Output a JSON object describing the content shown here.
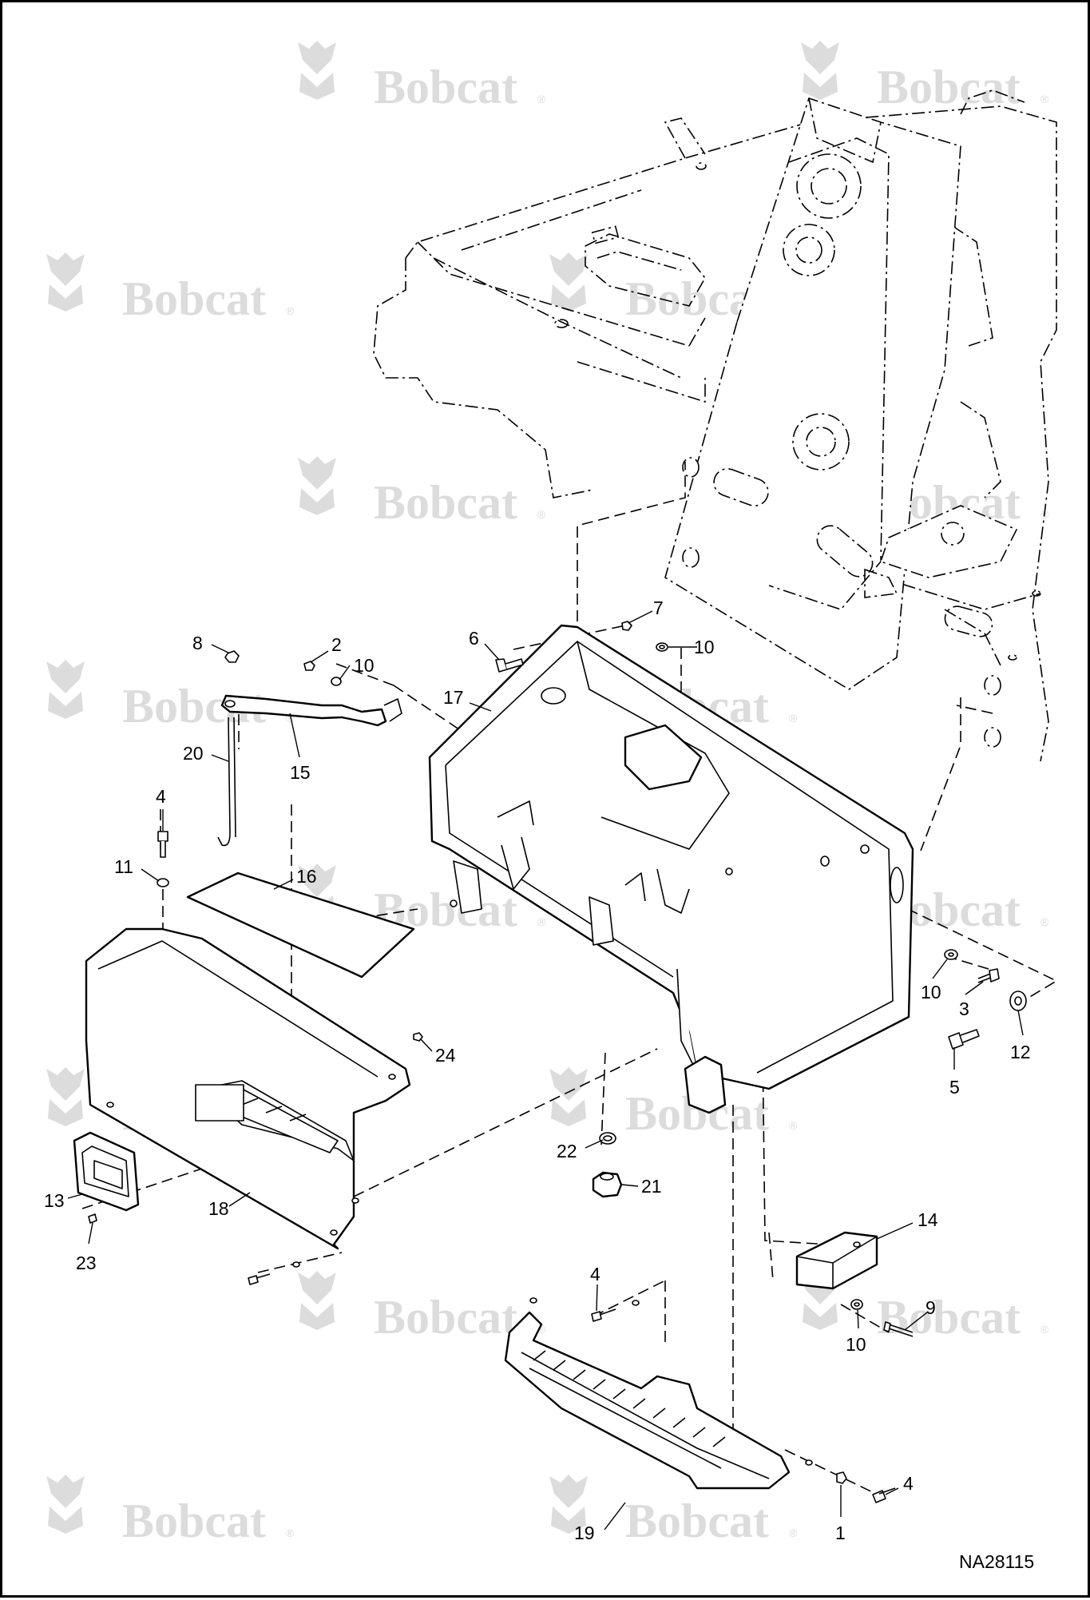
{
  "diagram": {
    "type": "exploded-parts-diagram",
    "drawing_id": "NA28115",
    "watermark_text": "Bobcat",
    "watermark_mark": "®",
    "line_color": "#000000",
    "watermark_color": "#dcdcdc",
    "callouts": [
      {
        "id": "c8",
        "label": "8"
      },
      {
        "id": "c2",
        "label": "2"
      },
      {
        "id": "c10a",
        "label": "10"
      },
      {
        "id": "c20",
        "label": "20"
      },
      {
        "id": "c15",
        "label": "15"
      },
      {
        "id": "c6",
        "label": "6"
      },
      {
        "id": "c7",
        "label": "7"
      },
      {
        "id": "c10b",
        "label": "10"
      },
      {
        "id": "c17",
        "label": "17"
      },
      {
        "id": "c4a",
        "label": "4"
      },
      {
        "id": "c11",
        "label": "11"
      },
      {
        "id": "c16",
        "label": "16"
      },
      {
        "id": "c10c",
        "label": "10"
      },
      {
        "id": "c3",
        "label": "3"
      },
      {
        "id": "c12",
        "label": "12"
      },
      {
        "id": "c5",
        "label": "5"
      },
      {
        "id": "c24",
        "label": "24"
      },
      {
        "id": "c22",
        "label": "22"
      },
      {
        "id": "c21",
        "label": "21"
      },
      {
        "id": "c13",
        "label": "13"
      },
      {
        "id": "c18",
        "label": "18"
      },
      {
        "id": "c23",
        "label": "23"
      },
      {
        "id": "c14",
        "label": "14"
      },
      {
        "id": "c4b",
        "label": "4"
      },
      {
        "id": "c9",
        "label": "9"
      },
      {
        "id": "c10d",
        "label": "10"
      },
      {
        "id": "c19",
        "label": "19"
      },
      {
        "id": "c4c",
        "label": "4"
      },
      {
        "id": "c1",
        "label": "1"
      }
    ]
  }
}
